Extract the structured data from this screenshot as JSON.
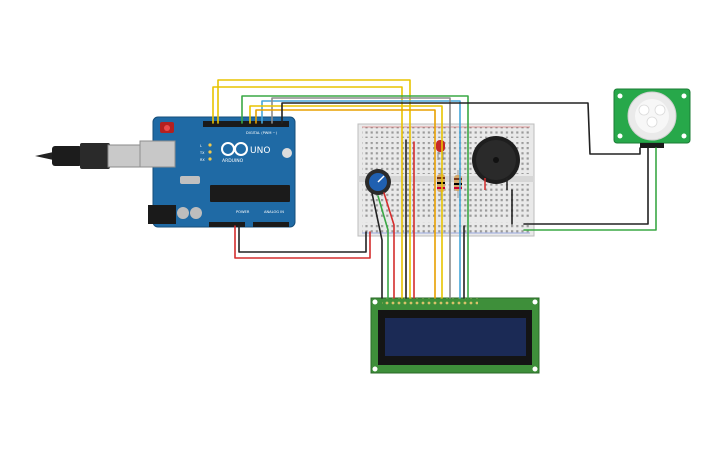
{
  "board": {
    "brand_label": "ARDUINO",
    "model_label": "UNO",
    "digital_label": "DIGITAL (PWM ~)",
    "power_label": "POWER",
    "analog_label": "ANALOG IN",
    "tx_label": "TX",
    "rx_label": "RX",
    "l_label": "L"
  },
  "colors": {
    "board": "#1f6aa5",
    "breadboard": "#e9e9e9",
    "lcd_pcb": "#3e8f3a",
    "lcd_screen": "#1b2a55",
    "pir_pcb": "#27a84a",
    "wire_red": "#d42d2d",
    "wire_black": "#222222",
    "wire_yellow": "#e8c400",
    "wire_green": "#3aa845",
    "wire_blue": "#46a6d8",
    "wire_gray": "#8c8c8c"
  },
  "components": [
    "arduino-uno",
    "usb-cable",
    "breadboard",
    "potentiometer",
    "led",
    "resistors",
    "piezo-buzzer",
    "pir-sensor",
    "lcd-16x2"
  ]
}
